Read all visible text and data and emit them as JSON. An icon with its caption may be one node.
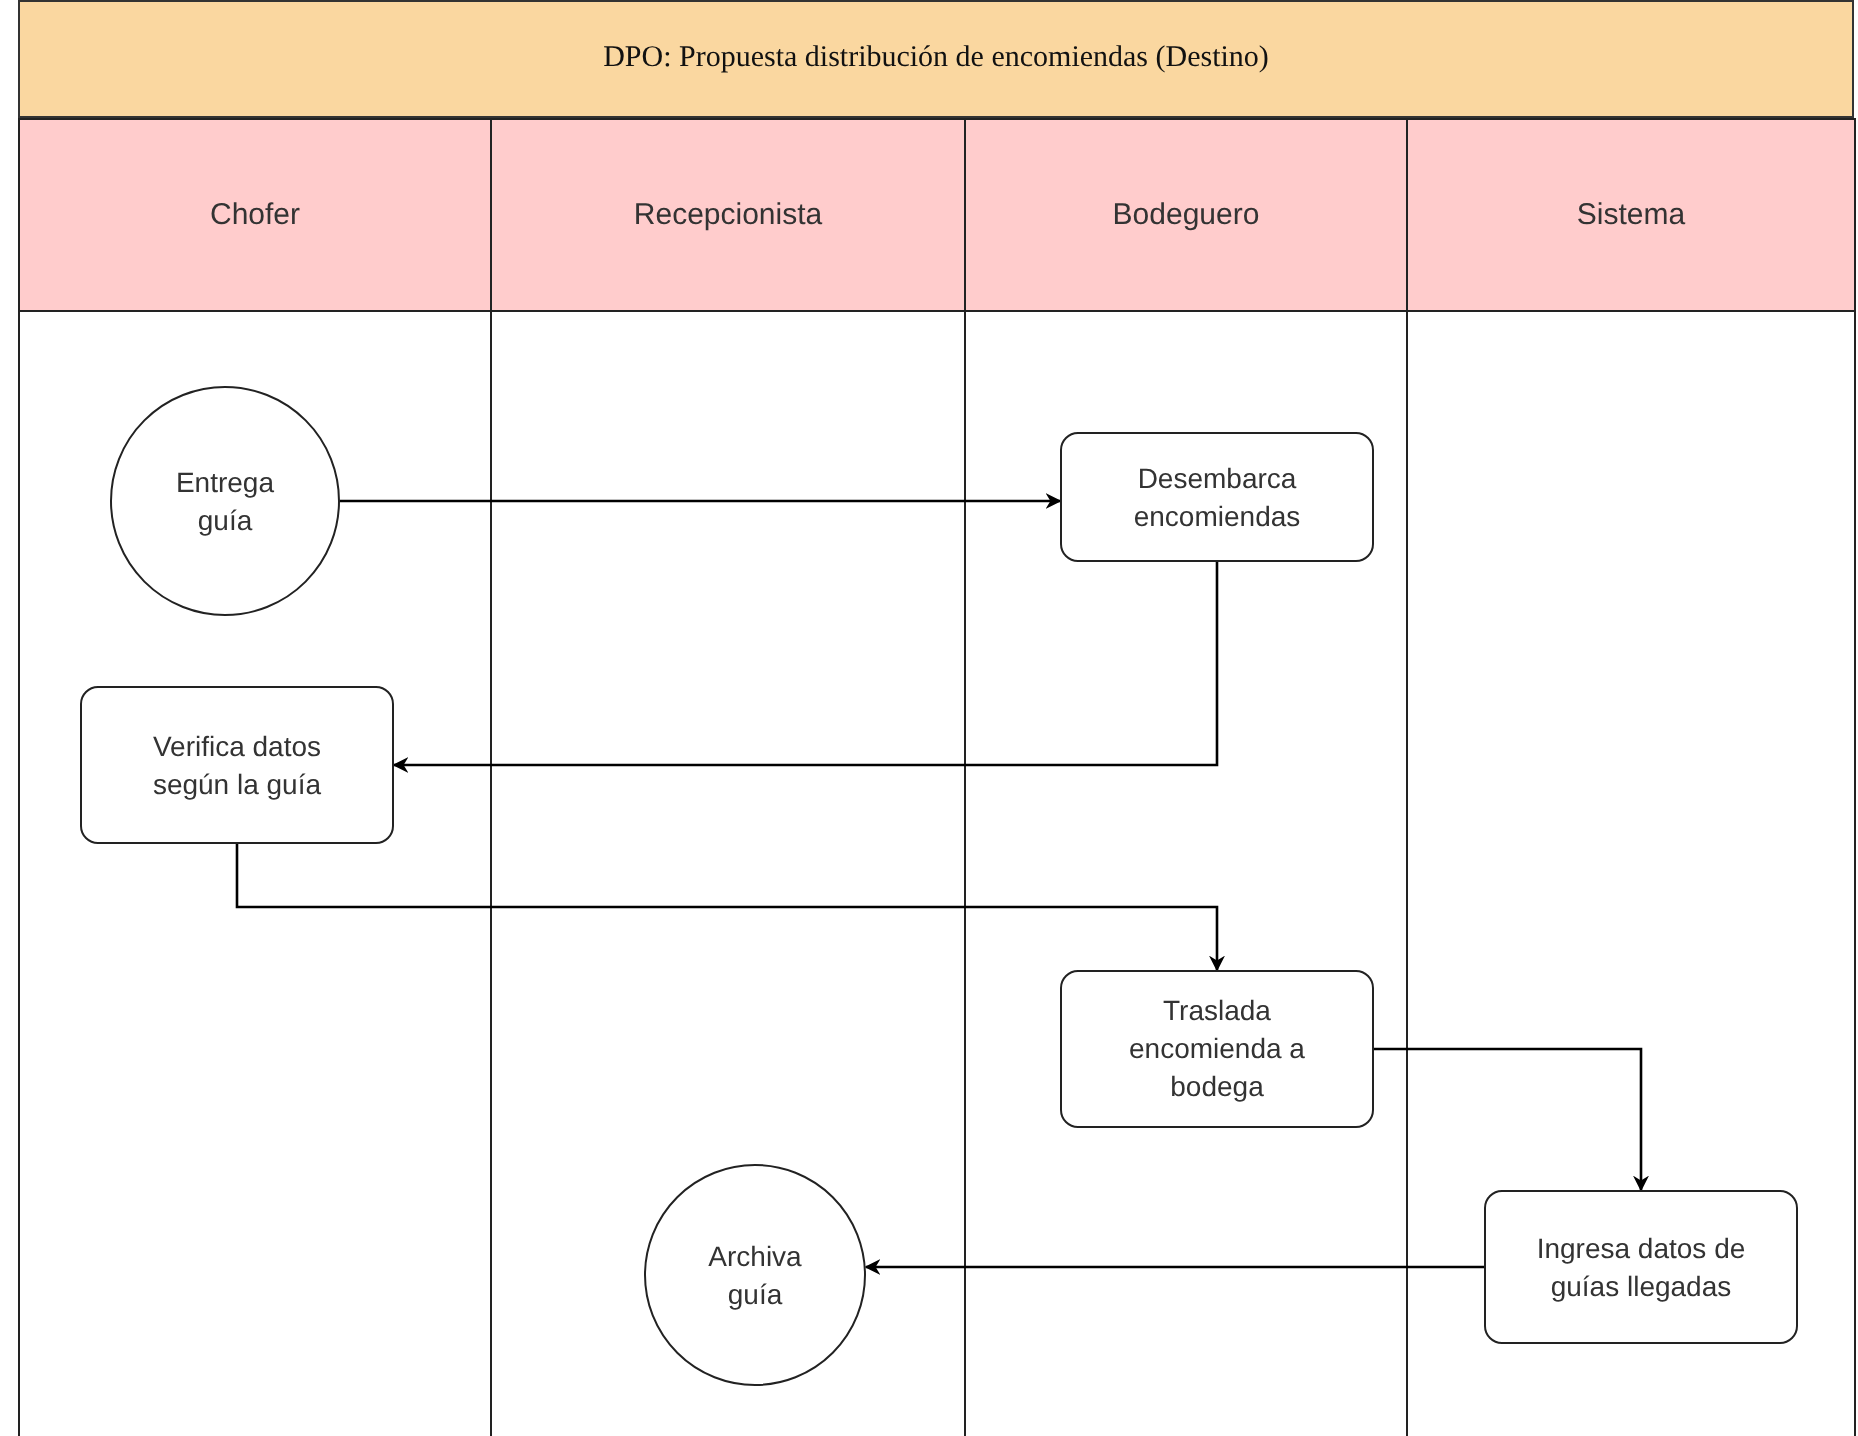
{
  "diagram": {
    "title": "DPO: Propuesta distribución de encomiendas (Destino)",
    "nodes": [
      {
        "text": [
          "Chofer"
        ]
      },
      {
        "text": [
          "Recepcionista"
        ]
      },
      {
        "text": [
          "Bodeguero"
        ]
      },
      {
        "text": [
          "Sistema"
        ]
      },
      {
        "text": [
          "Entrega guía"
        ],
        "in": 0
      },
      {
        "text": [
          "Desembarca encomiendas"
        ],
        "in": 2
      },
      {
        "text": [
          "Verifica datos según la guía"
        ],
        "in": 0
      },
      {
        "text": [
          "Traslada encomienda a bodega"
        ],
        "in": 2
      },
      {
        "text": [
          "Ingresa datos de guías llegadas"
        ],
        "in": 3
      },
      {
        "text": [
          "Archiva guía"
        ],
        "in": 1
      }
    ],
    "edges": [
      {
        "from": 4,
        "to": 5,
        "arrow": "to"
      },
      {
        "from": 5,
        "to": 6,
        "arrow": "to"
      },
      {
        "from": 6,
        "to": 7,
        "arrow": "to"
      },
      {
        "from": 7,
        "to": 8,
        "arrow": "to"
      },
      {
        "from": 8,
        "to": 9,
        "arrow": "to"
      }
    ]
  }
}
